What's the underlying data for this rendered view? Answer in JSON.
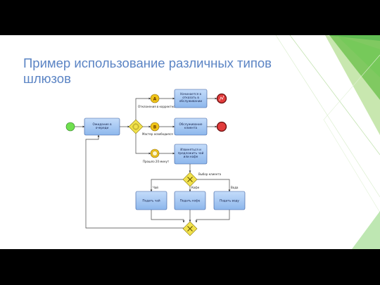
{
  "slide": {
    "title_line1": "Пример использование различных типов",
    "title_line2": "шлюзов"
  },
  "colors": {
    "title": "#5b84c4",
    "accent_green": "#58b94a",
    "task_fill": "#9cc2f0",
    "gateway_fill": "#f2e24b",
    "end_event_fill": "#e23c3c",
    "intermediate_fill": "#f0c419",
    "start_event_fill": "#6fe04f"
  },
  "diagram": {
    "tasks": {
      "wait_queue": [
        "Ожидание в",
        "очереди"
      ],
      "approach_talk": [
        "Начинается в",
        "отказать в",
        "обслуживании"
      ],
      "serve_client": [
        "Обслуживание",
        "клиента"
      ],
      "approach_offer": [
        "Извиняться и",
        "предложить чай",
        "или кофе"
      ],
      "serve_tea": [
        "Подать чай"
      ],
      "serve_coffee": [
        "Подать кофе"
      ],
      "serve_water": [
        "Подать воду"
      ]
    },
    "labels": {
      "reason_violation": "Отклонения в корректности",
      "master_free": "Мастер освободился",
      "wait_20": "Прошло 20 минут",
      "client_choice": "Выбор клиента",
      "tea": "Чай",
      "coffee": "Кофе",
      "water": "Вода"
    },
    "markers": {
      "a": "А",
      "b": "В"
    }
  }
}
